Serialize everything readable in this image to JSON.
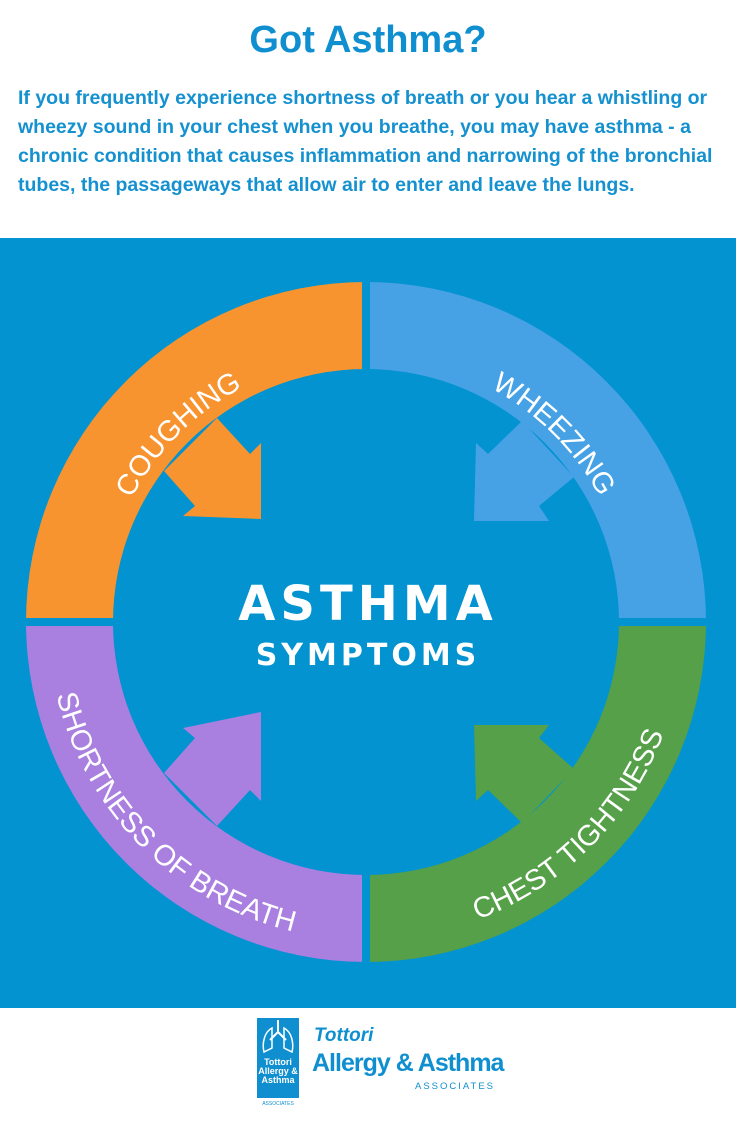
{
  "header": {
    "title": "Got Asthma?",
    "intro": "If you frequently experience shortness of breath or you hear a whistling or wheezy sound in your chest when you breathe, you may have asthma - a chronic condition that causes inflammation and narrowing of the bronchial tubes, the passageways that allow air to enter and leave the lungs."
  },
  "diagram": {
    "center_line1": "ASTHMA",
    "center_line2": "SYMPTOMS",
    "symptoms": [
      {
        "label": "COUGHING",
        "color": "#f7942f"
      },
      {
        "label": "WHEEZING",
        "color": "#47a2e5"
      },
      {
        "label": "CHEST TIGHTNESS",
        "color": "#55a048"
      },
      {
        "label": "SHORTNESS OF BREATH",
        "color": "#a97fe0"
      }
    ],
    "background": "#0293d0"
  },
  "logo": {
    "small_text": "Tottori Allergy & Asthma",
    "small_sub": "ASSOCIATES",
    "line1": "Tottori",
    "line2": "Allergy & Asthma",
    "line3": "ASSOCIATES"
  }
}
